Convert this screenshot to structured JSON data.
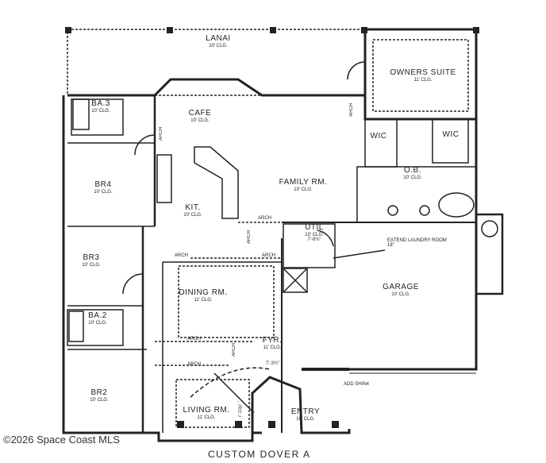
{
  "title": "CUSTOM DOVER A",
  "watermark": "©2026 Space Coast MLS",
  "rooms": {
    "lanai": {
      "name": "LANAI",
      "clg": "10' CLG."
    },
    "owners_suite": {
      "name": "OWNERS SUITE",
      "clg": "11' CLG."
    },
    "ba3": {
      "name": "BA.3",
      "clg": "10' CLG."
    },
    "cafe": {
      "name": "CAFE",
      "clg": "10' CLG."
    },
    "wic_left": {
      "name": "WIC"
    },
    "wic_right": {
      "name": "WIC"
    },
    "ob": {
      "name": "O.B.",
      "clg": "10' CLG."
    },
    "br4": {
      "name": "BR4",
      "clg": "10' CLG."
    },
    "family": {
      "name": "FAMILY RM.",
      "clg": "10' CLG."
    },
    "kit": {
      "name": "KIT.",
      "clg": "10' CLG."
    },
    "util": {
      "name": "UTIL",
      "clg": "10' CLG.",
      "dim": "7'-8¾\""
    },
    "br3": {
      "name": "BR3",
      "clg": "10' CLG."
    },
    "dining": {
      "name": "DINING RM.",
      "clg": "11' CLG."
    },
    "garage": {
      "name": "GARAGE",
      "clg": "10' CLG."
    },
    "ba2": {
      "name": "BA.2",
      "clg": "10' CLG."
    },
    "fyr": {
      "name": "FYR.",
      "clg": "11' CLG."
    },
    "living": {
      "name": "LIVING RM.",
      "clg": "11' CLG."
    },
    "entry": {
      "name": "ENTRY",
      "clg": "10' CLG."
    },
    "br2": {
      "name": "BR2",
      "clg": "10' CLG."
    }
  },
  "notes": {
    "extend_laundry": "EXTEND LAUNDRY ROOM 18\"",
    "add_shing": "ADD SHIN4",
    "arch": "ARCH",
    "dim_1": "7'-3¾\"",
    "dim_2": "7'-10¾\""
  }
}
